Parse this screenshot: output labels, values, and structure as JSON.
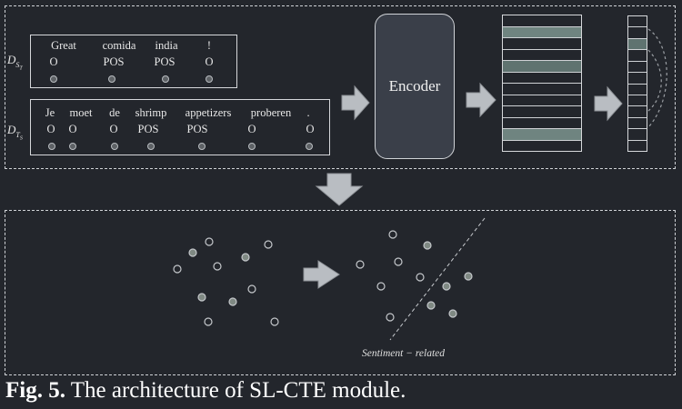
{
  "source_label": {
    "main": "D",
    "sub": "S",
    "subsub": "T"
  },
  "target_label": {
    "main": "D",
    "sub": "T",
    "subsub": "S"
  },
  "source_tokens": [
    {
      "word": "Great",
      "tag": "O"
    },
    {
      "word": "comida",
      "tag": "POS"
    },
    {
      "word": "india",
      "tag": "POS"
    },
    {
      "word": "!",
      "tag": "O"
    }
  ],
  "target_tokens": [
    {
      "word": "Je",
      "tag": "O"
    },
    {
      "word": "moet",
      "tag": "O"
    },
    {
      "word": "de",
      "tag": "O"
    },
    {
      "word": "shrimp",
      "tag": "POS"
    },
    {
      "word": "appetizers",
      "tag": "POS"
    },
    {
      "word": "proberen",
      "tag": "O"
    },
    {
      "word": ".",
      "tag": "O"
    }
  ],
  "encoder_label": "Encoder",
  "sentiment_label": "Sentiment − related",
  "caption": {
    "prefix": "Fig. 5.",
    "text": " The architecture of SL-CTE module."
  },
  "colors": {
    "background": "#23262c",
    "matrix_highlight": "#6f8480",
    "point_filled": "#7f8983",
    "point_hollow": "#23262c"
  }
}
